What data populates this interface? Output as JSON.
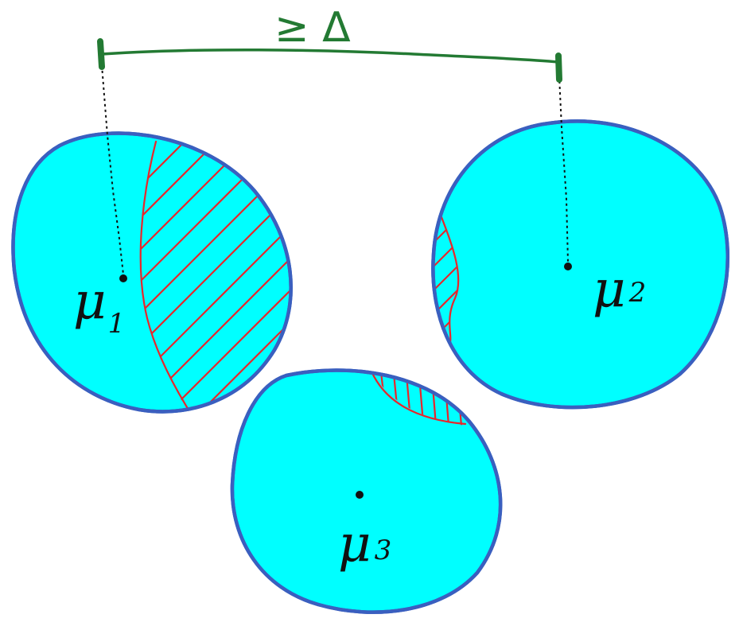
{
  "colors": {
    "cluster_fill": "#00ffff",
    "cluster_stroke": "#3a5fbf",
    "hatch": "#e8262b",
    "separation": "#237a33",
    "ink": "#111111"
  },
  "separation": {
    "label": "≥ Δ"
  },
  "clusters": [
    {
      "label_main": "μ",
      "label_sub": "1"
    },
    {
      "label_main": "μ",
      "label_sub": "2"
    },
    {
      "label_main": "μ",
      "label_sub": "3"
    }
  ]
}
